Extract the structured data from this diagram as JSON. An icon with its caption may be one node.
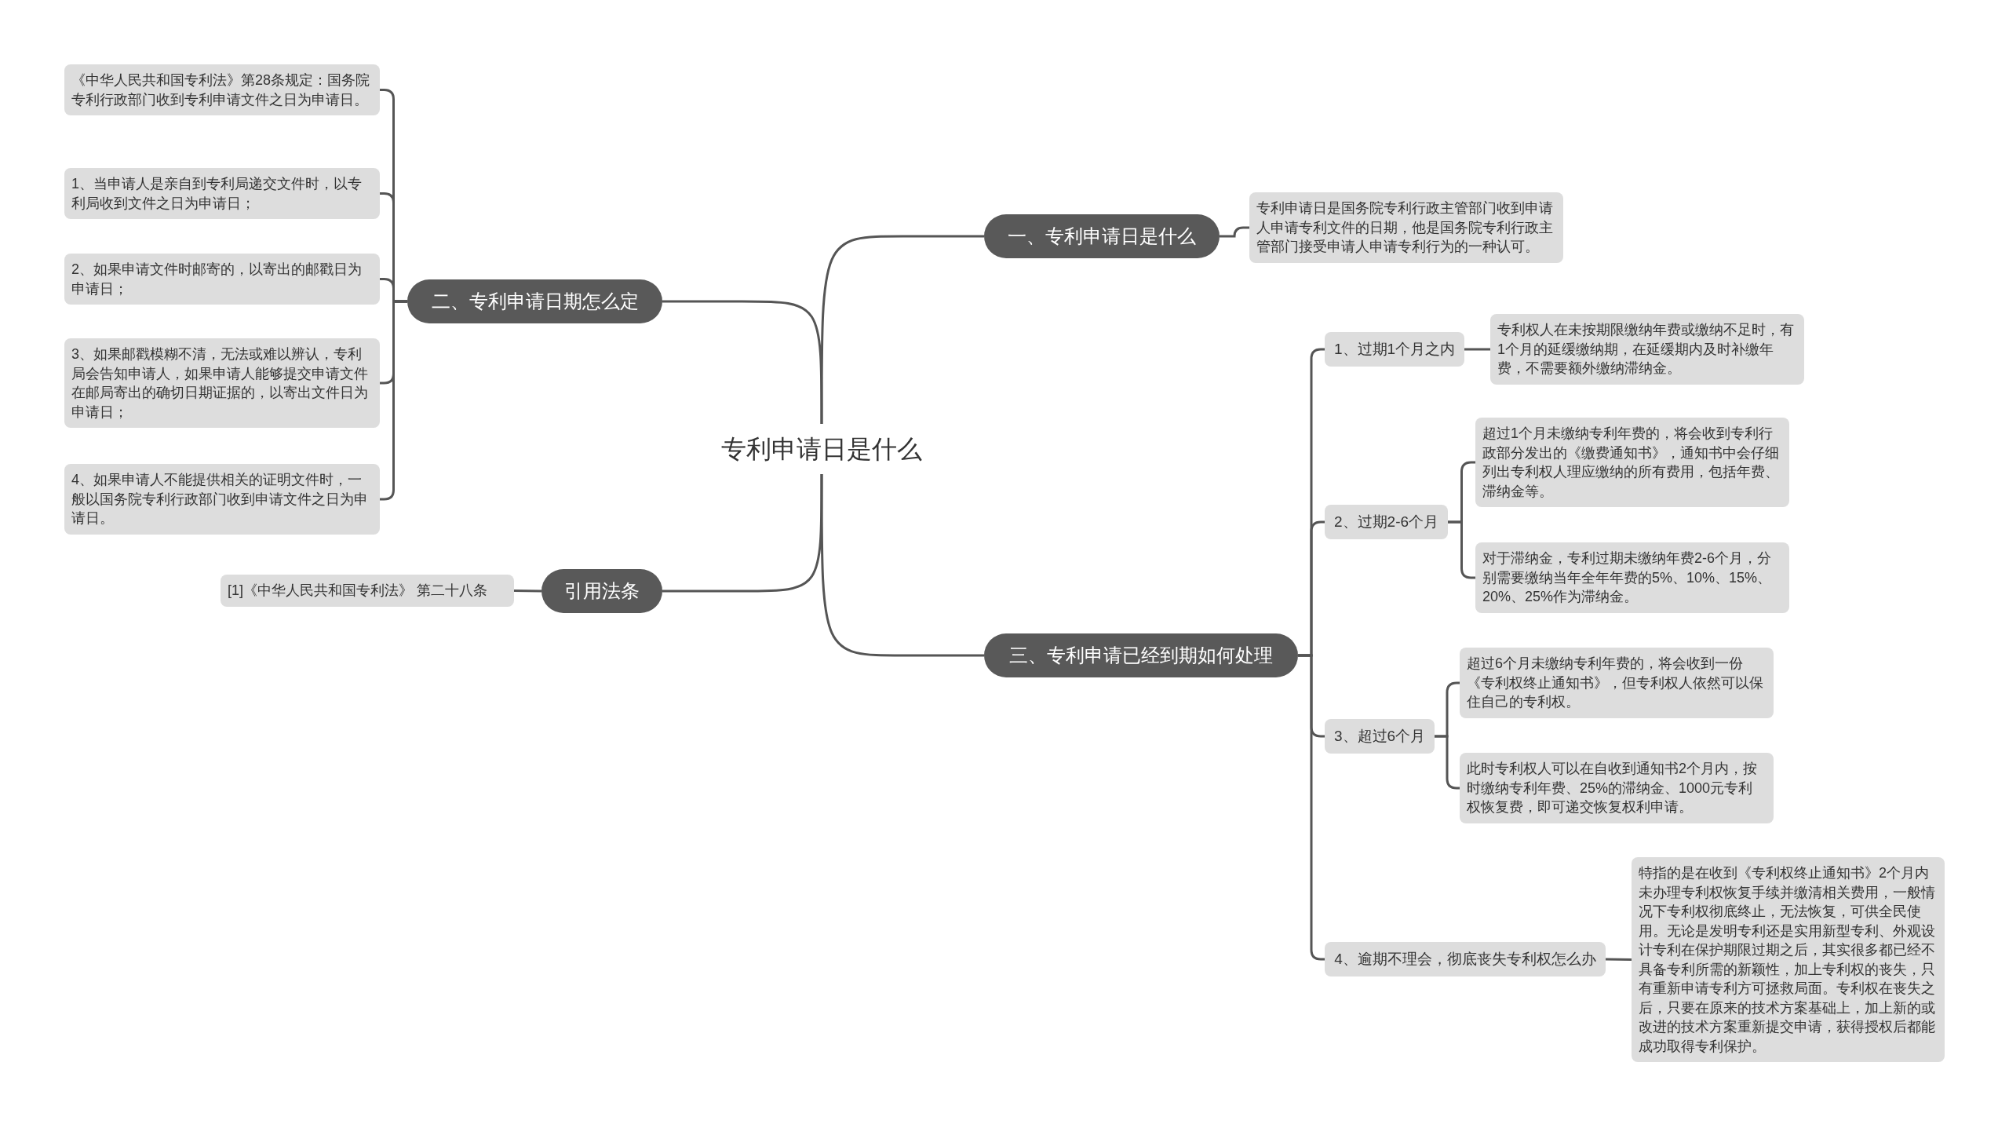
{
  "diagram": {
    "nodes": [
      {
        "text": [
          "专利申请日是什么"
        ]
      },
      {
        "text": [
          "一、专利申请日是什么"
        ]
      },
      {
        "text": [
          "专利申请日是国务院专利行政主管部门收到申请人申请专利文件的日期，他是国务院专利行政主管部门接受申请人申请专利行为的一种认可。"
        ]
      },
      {
        "text": [
          "二、专利申请日期怎么定"
        ]
      },
      {
        "text": [
          "《中华人民共和国专利法》第28条规定：国务院专利行政部门收到专利申请文件之日为申请日。"
        ]
      },
      {
        "text": [
          "1、当申请人是亲自到专利局递交文件时，以专利局收到文件之日为申请日；"
        ]
      },
      {
        "text": [
          "2、如果申请文件时邮寄的，以寄出的邮戳日为申请日；"
        ]
      },
      {
        "text": [
          "3、如果邮戳模糊不清，无法或难以辨认，专利局会告知申请人，如果申请人能够提交申请文件在邮局寄出的确切日期证据的，以寄出文件日为申请日；"
        ]
      },
      {
        "text": [
          "4、如果申请人不能提供相关的证明文件时，一般以国务院专利行政部门收到申请文件之日为申请日。"
        ]
      },
      {
        "text": [
          "引用法条"
        ]
      },
      {
        "text": [
          "[1]《中华人民共和国专利法》 第二十八条"
        ]
      },
      {
        "text": [
          "三、专利申请已经到期如何处理"
        ]
      },
      {
        "text": [
          "1、过期1个月之内"
        ]
      },
      {
        "text": [
          "专利权人在未按期限缴纳年费或缴纳不足时，有1个月的延缓缴纳期，在延缓期内及时补缴年费，不需要额外缴纳滞纳金。"
        ]
      },
      {
        "text": [
          "2、过期2-6个月"
        ]
      },
      {
        "text": [
          "超过1个月未缴纳专利年费的，将会收到专利行政部分发出的《缴费通知书》，通知书中会仔细列出专利权人理应缴纳的所有费用，包括年费、滞纳金等。"
        ]
      },
      {
        "text": [
          "对于滞纳金，专利过期未缴纳年费2-6个月，分别需要缴纳当年全年年费的5%、10%、15%、20%、25%作为滞纳金。"
        ]
      },
      {
        "text": [
          "3、超过6个月"
        ]
      },
      {
        "text": [
          "超过6个月未缴纳专利年费的，将会收到一份《专利权终止通知书》，但专利权人依然可以保住自己的专利权。"
        ]
      },
      {
        "text": [
          "此时专利权人可以在自收到通知书2个月内，按时缴纳专利年费、25%的滞纳金、1000元专利权恢复费，即可递交恢复权利申请。"
        ]
      },
      {
        "text": [
          "4、逾期不理会，彻底丧失专利权怎么办"
        ]
      },
      {
        "text": [
          "特指的是在收到《专利权终止通知书》2个月内未办理专利权恢复手续并缴清相关费用，一般情况下专利权彻底终止，无法恢复，可供全民使用。无论是发明专利还是实用新型专利、外观设计专利在保护期限过期之后，其实很多都已经不具备专利所需的新颖性，加上专利权的丧失，只有重新申请专利方可拯救局面。专利权在丧失之后，只要在原来的技术方案基础上，加上新的或改进的技术方案重新提交申请，获得授权后都能成功取得专利保护。"
        ]
      }
    ],
    "edges": [
      {
        "from": 0,
        "to": 1,
        "arrow": "none"
      },
      {
        "from": 1,
        "to": 2,
        "arrow": "none"
      },
      {
        "from": 0,
        "to": 3,
        "arrow": "none"
      },
      {
        "from": 3,
        "to": 4,
        "arrow": "none"
      },
      {
        "from": 3,
        "to": 5,
        "arrow": "none"
      },
      {
        "from": 3,
        "to": 6,
        "arrow": "none"
      },
      {
        "from": 3,
        "to": 7,
        "arrow": "none"
      },
      {
        "from": 3,
        "to": 8,
        "arrow": "none"
      },
      {
        "from": 0,
        "to": 9,
        "arrow": "none"
      },
      {
        "from": 9,
        "to": 10,
        "arrow": "none"
      },
      {
        "from": 0,
        "to": 11,
        "arrow": "none"
      },
      {
        "from": 11,
        "to": 12,
        "arrow": "none"
      },
      {
        "from": 12,
        "to": 13,
        "arrow": "none"
      },
      {
        "from": 11,
        "to": 14,
        "arrow": "none"
      },
      {
        "from": 14,
        "to": 15,
        "arrow": "none"
      },
      {
        "from": 14,
        "to": 16,
        "arrow": "none"
      },
      {
        "from": 11,
        "to": 17,
        "arrow": "none"
      },
      {
        "from": 17,
        "to": 18,
        "arrow": "none"
      },
      {
        "from": 17,
        "to": 19,
        "arrow": "none"
      },
      {
        "from": 11,
        "to": 20,
        "arrow": "none"
      },
      {
        "from": 20,
        "to": 21,
        "arrow": "none"
      }
    ]
  }
}
